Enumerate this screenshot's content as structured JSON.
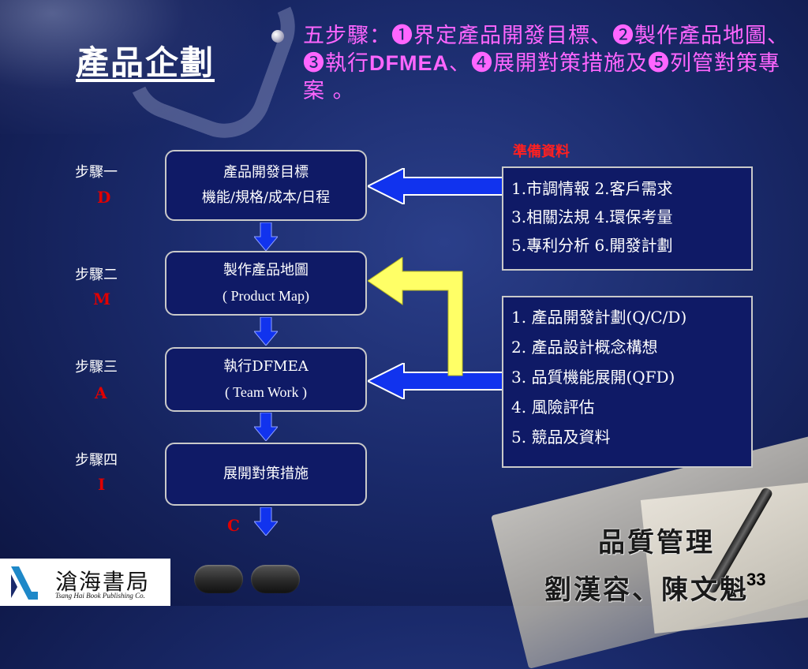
{
  "title": "產品企劃",
  "intro": {
    "p1": "五步驟：",
    "n1": "❶",
    "s1": "界定產品開發目標、",
    "n2": "❷",
    "s2": "製作產品地圖、",
    "n3": "❸",
    "s3": "執行",
    "s3b": "DFMEA",
    "s3c": "、",
    "n4": "❹",
    "s4": "展開對策措施及",
    "n5": "❺",
    "s5": "列管對策專案 。"
  },
  "steps": [
    {
      "label": "步驟一",
      "letter": "D",
      "line1": "產品開發目標",
      "line2": "機能/規格/成本/日程"
    },
    {
      "label": "步驟二",
      "letter": "M",
      "line1": "製作產品地圖",
      "line2": "( Product Map)"
    },
    {
      "label": "步驟三",
      "letter": "A",
      "line1": "執行DFMEA",
      "line2": "( Team Work )"
    },
    {
      "label": "步驟四",
      "letter": "I",
      "line1": "展開對策措施",
      "line2": ""
    }
  ],
  "final_letter": "C",
  "prep": {
    "title": "準備資料",
    "lines": [
      "1.市調情報 2.客戶需求",
      "3.相關法規 4.環保考量",
      "5.專利分析 6.開發計劃"
    ]
  },
  "list": [
    "1. 產品開發計劃(Q/C/D)",
    "2. 產品設計概念構想",
    "3. 品質機能展開(QFD)",
    "4. 風險評估",
    "5. 競品及資料"
  ],
  "logo": {
    "cn": "滄海書局",
    "en": "Tsang Hai Book Publishing Co."
  },
  "credit": {
    "line1": "品質管理",
    "line2": "劉漢容、陳文魁"
  },
  "page_number": "33",
  "colors": {
    "intro": "#ff66ff",
    "step_letter": "#e00000",
    "arrow_blue": "#1133ee",
    "arrow_yellow": "#ffff66"
  }
}
